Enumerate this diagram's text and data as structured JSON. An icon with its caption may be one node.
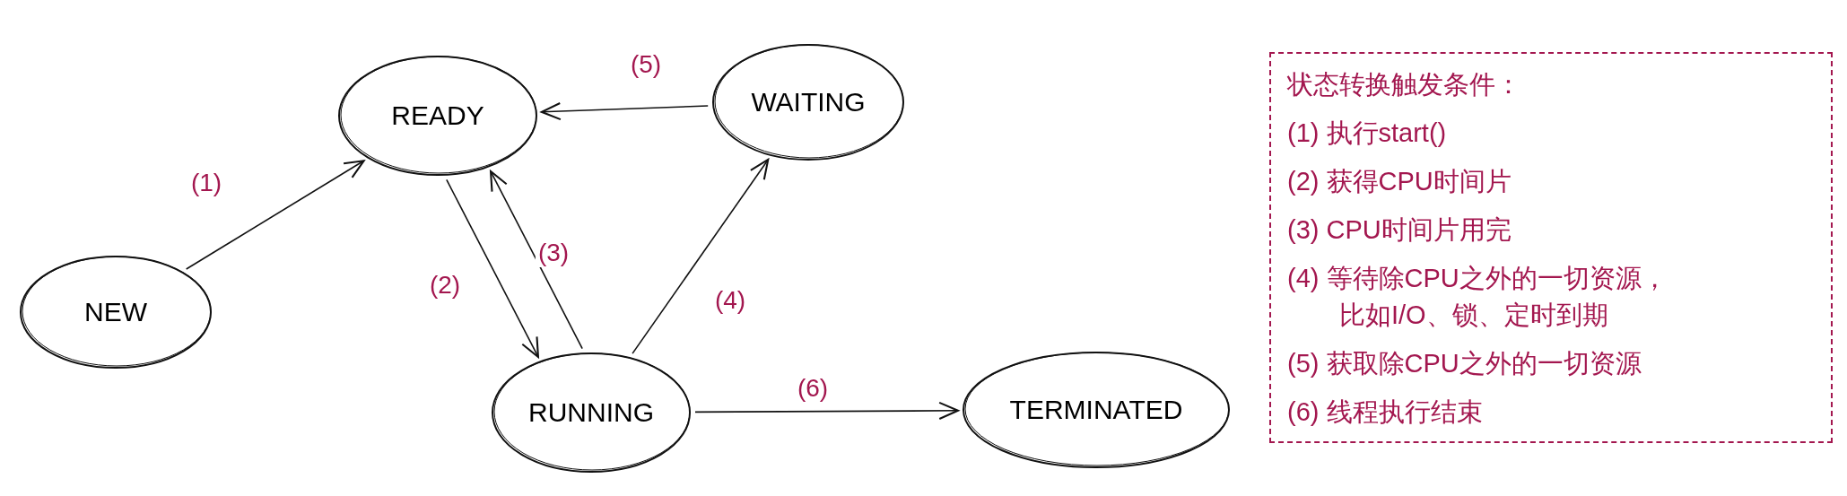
{
  "diagram": {
    "nodes": [
      {
        "text": [
          "NEW"
        ]
      },
      {
        "text": [
          "READY"
        ]
      },
      {
        "text": [
          "WAITING"
        ]
      },
      {
        "text": [
          "RUNNING"
        ]
      },
      {
        "text": [
          "TERMINATED"
        ]
      },
      {
        "text": [
          "状态转换触发条件：",
          "(1) 执行start()",
          "(2) 获得CPU时间片",
          "(3) CPU时间片用完",
          "(4) 等待除CPU之外的一切资源，比如I/O、锁、定时到期",
          "(5) 获取除CPU之外的一切资源",
          "(6) 线程执行结束"
        ]
      }
    ],
    "edges": [
      {
        "from": 0,
        "to": 1,
        "arrow": "to",
        "label": "(1)"
      },
      {
        "from": 1,
        "to": 3,
        "arrow": "to",
        "label": "(2)"
      },
      {
        "from": 3,
        "to": 1,
        "arrow": "to",
        "label": "(3)"
      },
      {
        "from": 3,
        "to": 2,
        "arrow": "to",
        "label": "(4)"
      },
      {
        "from": 2,
        "to": 1,
        "arrow": "to",
        "label": "(5)"
      },
      {
        "from": 3,
        "to": 4,
        "arrow": "to",
        "label": "(6)"
      }
    ]
  }
}
